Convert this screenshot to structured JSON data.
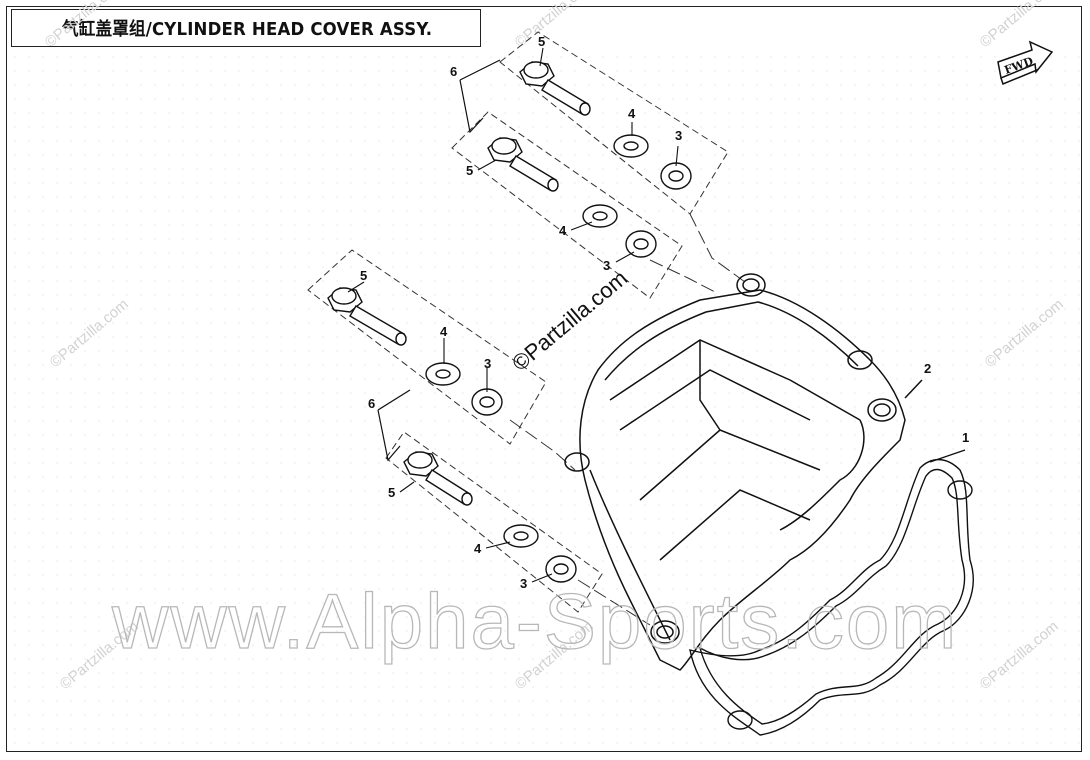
{
  "title": "气缸盖罩组/CYLINDER HEAD COVER ASSY.",
  "fwd_label": "FWD",
  "watermark_main": "www.Alpha-Sports.com",
  "watermark_center": "©Partzilla.com",
  "watermark_corner": "©Partzilla.com",
  "callouts": {
    "one": "1",
    "two": "2",
    "three": "3",
    "four": "4",
    "five": "5",
    "six": "6"
  }
}
